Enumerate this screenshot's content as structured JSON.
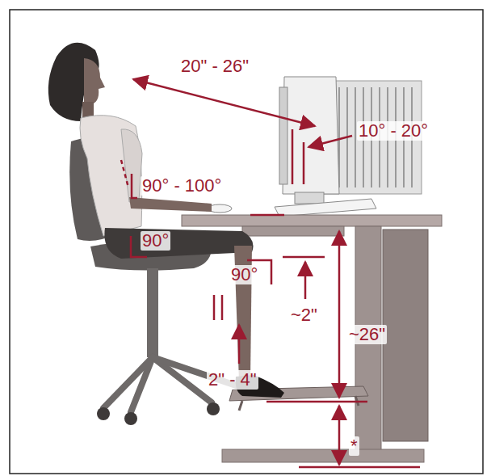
{
  "diagram": {
    "labels": [
      "20\" - 26\"",
      "10° - 20°",
      "90° - 100°",
      "90°",
      "90°",
      "~2\"",
      "~26\"",
      "2\" - 4\"",
      "*"
    ]
  }
}
